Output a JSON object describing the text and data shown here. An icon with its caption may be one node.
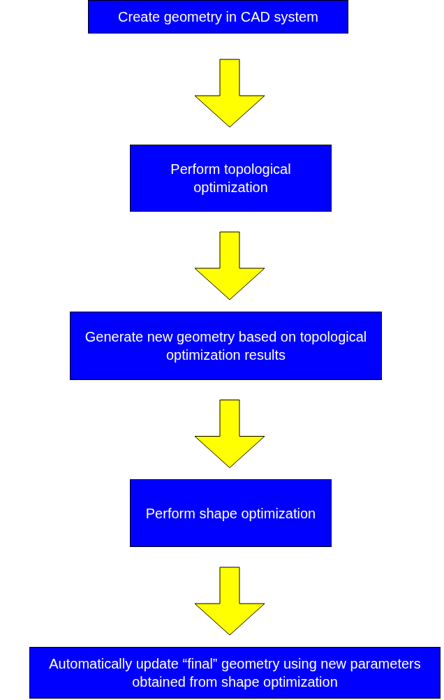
{
  "diagram": {
    "nodes": [
      {
        "text": [
          "Create geometry in CAD system"
        ]
      },
      {
        "text": [
          "Perform topological optimization"
        ]
      },
      {
        "text": [
          "Generate new geometry based on topological optimization results"
        ]
      },
      {
        "text": [
          "Perform shape optimization"
        ]
      },
      {
        "text": [
          "Automatically update “final” geometry using new parameters obtained from shape optimization"
        ]
      }
    ],
    "edges": [
      {
        "from": 0,
        "to": 1,
        "arrow": "to"
      },
      {
        "from": 1,
        "to": 2,
        "arrow": "to"
      },
      {
        "from": 2,
        "to": 3,
        "arrow": "to"
      },
      {
        "from": 3,
        "to": 4,
        "arrow": "to"
      }
    ]
  }
}
